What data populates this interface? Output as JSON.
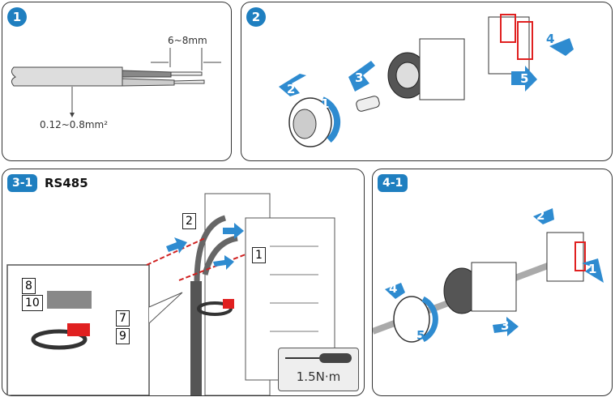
{
  "colors": {
    "accent": "#1f7fc0",
    "arrow": "#2e8bd0",
    "highlight": "#e02020"
  },
  "panel1": {
    "badge": "1",
    "strip_length": "6~8mm",
    "cross_section": "0.12~0.8mm²"
  },
  "panel2": {
    "badge": "2",
    "steps": [
      "1",
      "2",
      "3",
      "4",
      "5"
    ]
  },
  "panel3": {
    "badge": "3-1",
    "title": "RS485",
    "labels": [
      "2",
      "1",
      "8",
      "10",
      "7",
      "9"
    ],
    "torque": "1.5N·m",
    "icons": [
      "screwdriver-icon"
    ]
  },
  "panel4": {
    "badge": "4-1",
    "steps": [
      "1",
      "2",
      "3",
      "4",
      "5"
    ]
  }
}
